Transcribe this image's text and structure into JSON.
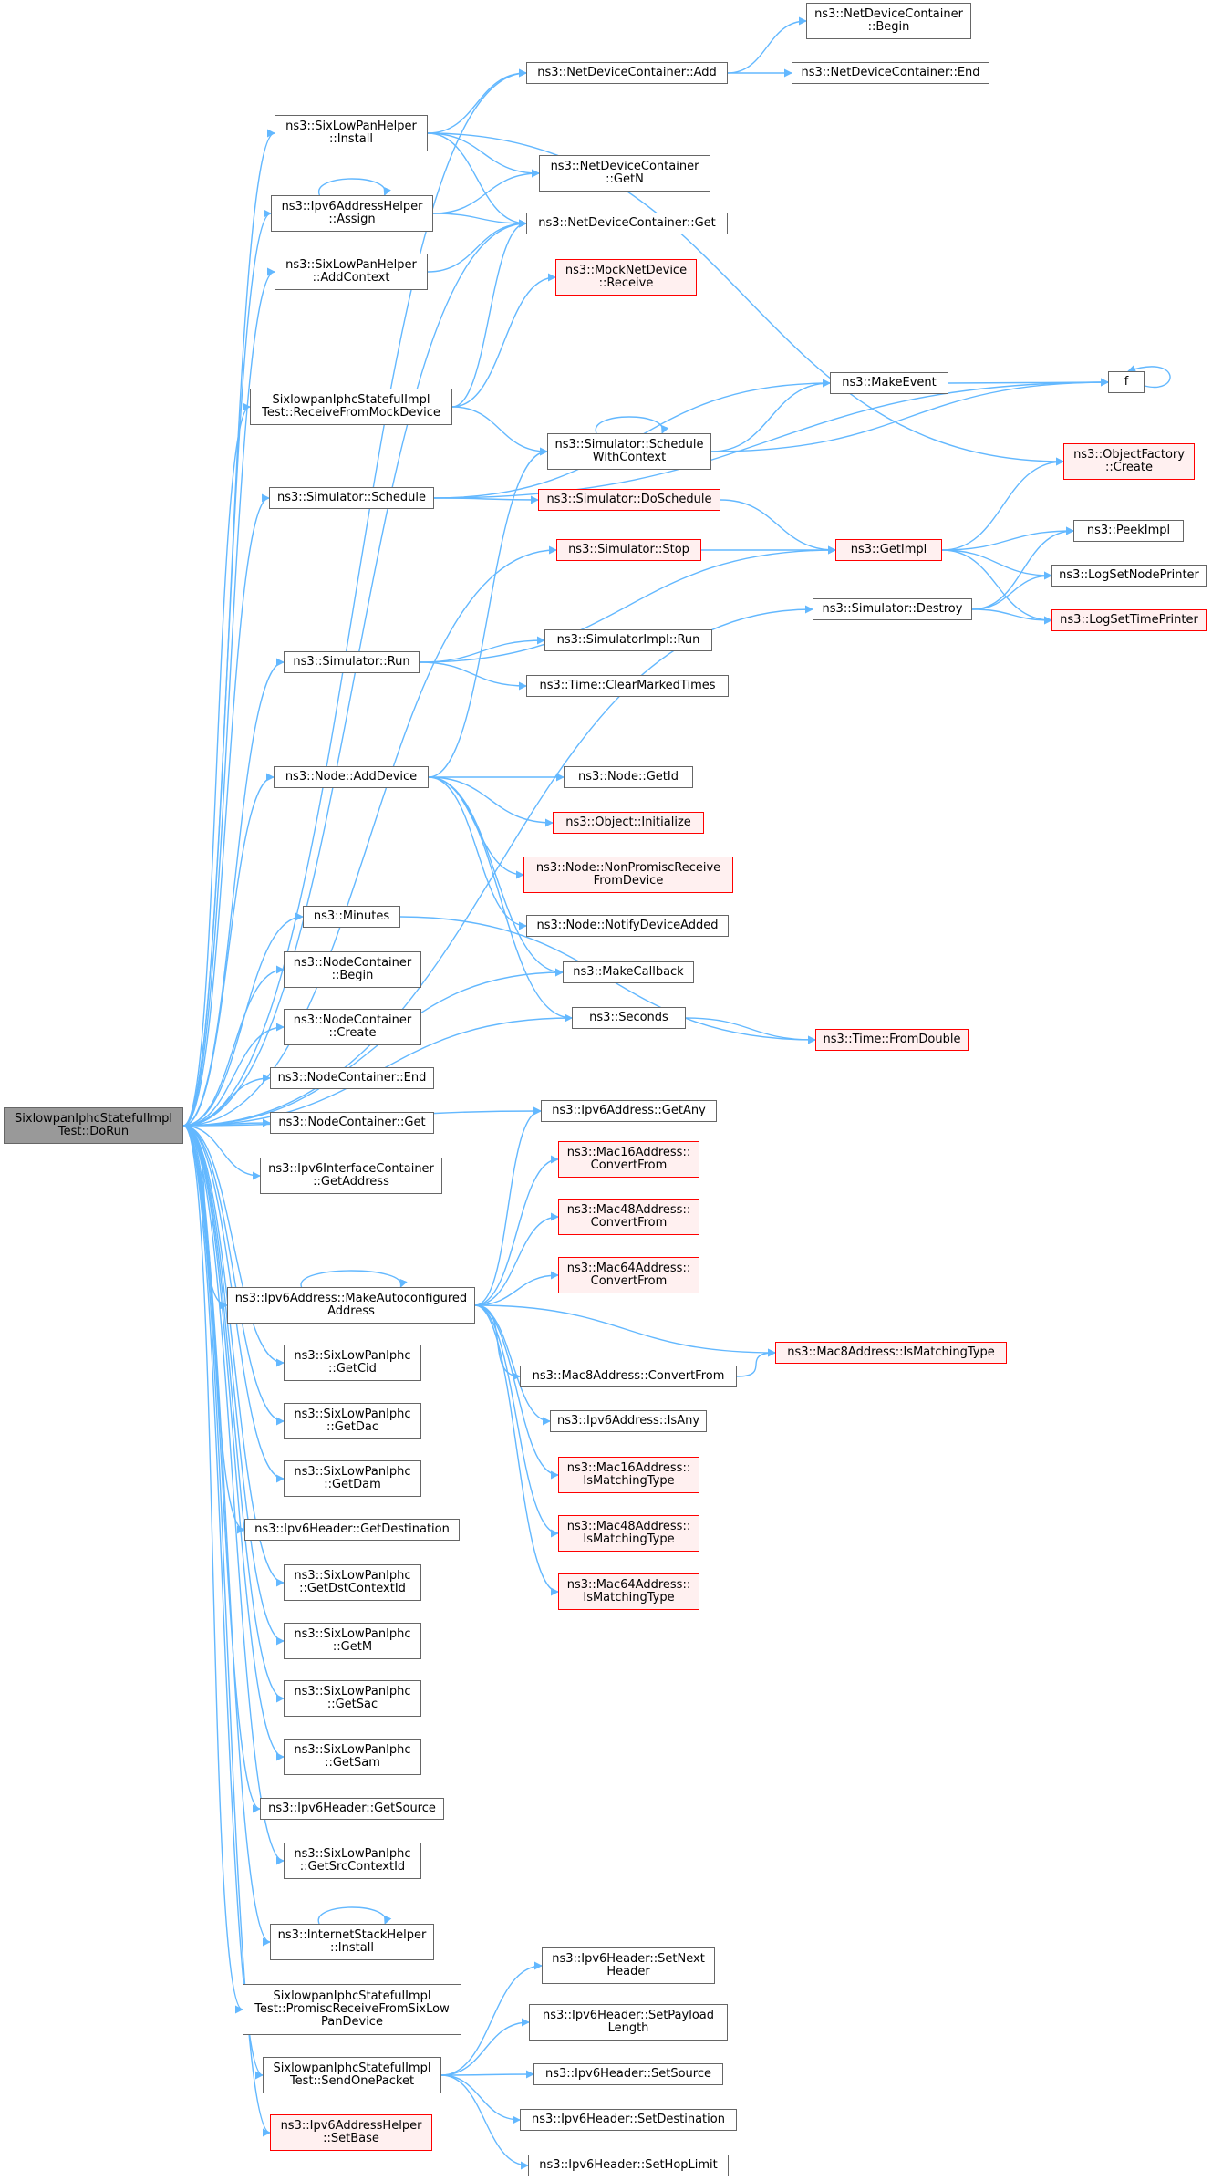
{
  "colors": {
    "edge": "#63b8ff",
    "node_border": "#666666",
    "root_fill": "#999999",
    "external_fill": "#fff0f0",
    "external_border": "#ff0000"
  },
  "nodes": [
    {
      "id": "root",
      "label": "SixlowpanIphcStatefulImpl\nTest::DoRun",
      "style": "root"
    },
    {
      "id": "ndc_begin",
      "label": "ns3::NetDeviceContainer\n::Begin",
      "style": "normal"
    },
    {
      "id": "ndc_add",
      "label": "ns3::NetDeviceContainer::Add",
      "style": "normal"
    },
    {
      "id": "ndc_end",
      "label": "ns3::NetDeviceContainer::End",
      "style": "normal"
    },
    {
      "id": "slph_install",
      "label": "ns3::SixLowPanHelper\n::Install",
      "style": "normal"
    },
    {
      "id": "ndc_getn",
      "label": "ns3::NetDeviceContainer\n::GetN",
      "style": "normal"
    },
    {
      "id": "ipv6ah_assign",
      "label": "ns3::Ipv6AddressHelper\n::Assign",
      "style": "normal"
    },
    {
      "id": "ndc_get",
      "label": "ns3::NetDeviceContainer::Get",
      "style": "normal"
    },
    {
      "id": "slph_addctx",
      "label": "ns3::SixLowPanHelper\n::AddContext",
      "style": "normal"
    },
    {
      "id": "mnd_receive",
      "label": "ns3::MockNetDevice\n::Receive",
      "style": "red"
    },
    {
      "id": "f",
      "label": "f",
      "style": "normal"
    },
    {
      "id": "makeevent",
      "label": "ns3::MakeEvent",
      "style": "normal"
    },
    {
      "id": "receivefrommock",
      "label": "SixlowpanIphcStatefulImpl\nTest::ReceiveFromMockDevice",
      "style": "normal"
    },
    {
      "id": "sim_schedctx",
      "label": "ns3::Simulator::Schedule\nWithContext",
      "style": "normal"
    },
    {
      "id": "objfactory_create",
      "label": "ns3::ObjectFactory\n::Create",
      "style": "red"
    },
    {
      "id": "sim_schedule",
      "label": "ns3::Simulator::Schedule",
      "style": "normal"
    },
    {
      "id": "sim_doschedule",
      "label": "ns3::Simulator::DoSchedule",
      "style": "red"
    },
    {
      "id": "peekimpl",
      "label": "ns3::PeekImpl",
      "style": "normal"
    },
    {
      "id": "sim_stop",
      "label": "ns3::Simulator::Stop",
      "style": "red"
    },
    {
      "id": "getimpl",
      "label": "ns3::GetImpl",
      "style": "red"
    },
    {
      "id": "logsetnodeprinter",
      "label": "ns3::LogSetNodePrinter",
      "style": "normal"
    },
    {
      "id": "sim_destroy",
      "label": "ns3::Simulator::Destroy",
      "style": "normal"
    },
    {
      "id": "logsettimeprinter",
      "label": "ns3::LogSetTimePrinter",
      "style": "red"
    },
    {
      "id": "sim_run",
      "label": "ns3::Simulator::Run",
      "style": "normal"
    },
    {
      "id": "simimpl_run",
      "label": "ns3::SimulatorImpl::Run",
      "style": "normal"
    },
    {
      "id": "time_clearmarked",
      "label": "ns3::Time::ClearMarkedTimes",
      "style": "normal"
    },
    {
      "id": "node_adddevice",
      "label": "ns3::Node::AddDevice",
      "style": "normal"
    },
    {
      "id": "node_getid",
      "label": "ns3::Node::GetId",
      "style": "normal"
    },
    {
      "id": "object_init",
      "label": "ns3::Object::Initialize",
      "style": "red"
    },
    {
      "id": "node_nonpromisc",
      "label": "ns3::Node::NonPromiscReceive\nFromDevice",
      "style": "red"
    },
    {
      "id": "node_notify",
      "label": "ns3::Node::NotifyDeviceAdded",
      "style": "normal"
    },
    {
      "id": "minutes",
      "label": "ns3::Minutes",
      "style": "normal"
    },
    {
      "id": "makecallback",
      "label": "ns3::MakeCallback",
      "style": "normal"
    },
    {
      "id": "nc_begin",
      "label": "ns3::NodeContainer\n::Begin",
      "style": "normal"
    },
    {
      "id": "seconds",
      "label": "ns3::Seconds",
      "style": "normal"
    },
    {
      "id": "nc_create",
      "label": "ns3::NodeContainer\n::Create",
      "style": "normal"
    },
    {
      "id": "time_fromdouble",
      "label": "ns3::Time::FromDouble",
      "style": "red"
    },
    {
      "id": "nc_end",
      "label": "ns3::NodeContainer::End",
      "style": "normal"
    },
    {
      "id": "ipv6addr_getany",
      "label": "ns3::Ipv6Address::GetAny",
      "style": "normal"
    },
    {
      "id": "nc_get",
      "label": "ns3::NodeContainer::Get",
      "style": "normal"
    },
    {
      "id": "mac16_convert",
      "label": "ns3::Mac16Address::\nConvertFrom",
      "style": "red"
    },
    {
      "id": "ipv6ic_getaddr",
      "label": "ns3::Ipv6InterfaceContainer\n::GetAddress",
      "style": "normal"
    },
    {
      "id": "mac48_convert",
      "label": "ns3::Mac48Address::\nConvertFrom",
      "style": "red"
    },
    {
      "id": "mac64_convert",
      "label": "ns3::Mac64Address::\nConvertFrom",
      "style": "red"
    },
    {
      "id": "ipv6_makeauto",
      "label": "ns3::Ipv6Address::MakeAutoconfigured\nAddress",
      "style": "normal"
    },
    {
      "id": "mac8_ismatch",
      "label": "ns3::Mac8Address::IsMatchingType",
      "style": "red"
    },
    {
      "id": "iphc_getcid",
      "label": "ns3::SixLowPanIphc\n::GetCid",
      "style": "normal"
    },
    {
      "id": "mac8_convert",
      "label": "ns3::Mac8Address::ConvertFrom",
      "style": "normal"
    },
    {
      "id": "iphc_getdac",
      "label": "ns3::SixLowPanIphc\n::GetDac",
      "style": "normal"
    },
    {
      "id": "ipv6addr_isany",
      "label": "ns3::Ipv6Address::IsAny",
      "style": "normal"
    },
    {
      "id": "iphc_getdam",
      "label": "ns3::SixLowPanIphc\n::GetDam",
      "style": "normal"
    },
    {
      "id": "mac16_ismatch",
      "label": "ns3::Mac16Address::\nIsMatchingType",
      "style": "red"
    },
    {
      "id": "ipv6h_getdest",
      "label": "ns3::Ipv6Header::GetDestination",
      "style": "normal"
    },
    {
      "id": "mac48_ismatch",
      "label": "ns3::Mac48Address::\nIsMatchingType",
      "style": "red"
    },
    {
      "id": "iphc_getdstctx",
      "label": "ns3::SixLowPanIphc\n::GetDstContextId",
      "style": "normal"
    },
    {
      "id": "mac64_ismatch",
      "label": "ns3::Mac64Address::\nIsMatchingType",
      "style": "red"
    },
    {
      "id": "iphc_getm",
      "label": "ns3::SixLowPanIphc\n::GetM",
      "style": "normal"
    },
    {
      "id": "iphc_getsac",
      "label": "ns3::SixLowPanIphc\n::GetSac",
      "style": "normal"
    },
    {
      "id": "iphc_getsam",
      "label": "ns3::SixLowPanIphc\n::GetSam",
      "style": "normal"
    },
    {
      "id": "ipv6h_getsource",
      "label": "ns3::Ipv6Header::GetSource",
      "style": "normal"
    },
    {
      "id": "iphc_getsrcctx",
      "label": "ns3::SixLowPanIphc\n::GetSrcContextId",
      "style": "normal"
    },
    {
      "id": "ish_install",
      "label": "ns3::InternetStackHelper\n::Install",
      "style": "normal"
    },
    {
      "id": "ipv6h_setnext",
      "label": "ns3::Ipv6Header::SetNext\nHeader",
      "style": "normal"
    },
    {
      "id": "promiscreceive",
      "label": "SixlowpanIphcStatefulImpl\nTest::PromiscReceiveFromSixLow\nPanDevice",
      "style": "normal"
    },
    {
      "id": "ipv6h_setpayload",
      "label": "ns3::Ipv6Header::SetPayload\nLength",
      "style": "normal"
    },
    {
      "id": "sendonepacket",
      "label": "SixlowpanIphcStatefulImpl\nTest::SendOnePacket",
      "style": "normal"
    },
    {
      "id": "ipv6h_setsource",
      "label": "ns3::Ipv6Header::SetSource",
      "style": "normal"
    },
    {
      "id": "ipv6h_setdest",
      "label": "ns3::Ipv6Header::SetDestination",
      "style": "normal"
    },
    {
      "id": "ipv6ah_setbase",
      "label": "ns3::Ipv6AddressHelper\n::SetBase",
      "style": "red"
    },
    {
      "id": "ipv6h_sethoplimit",
      "label": "ns3::Ipv6Header::SetHopLimit",
      "style": "normal"
    }
  ],
  "edges": [
    [
      "root",
      "ndc_add"
    ],
    [
      "root",
      "slph_install"
    ],
    [
      "root",
      "ipv6ah_assign"
    ],
    [
      "root",
      "slph_addctx"
    ],
    [
      "root",
      "ndc_get"
    ],
    [
      "root",
      "receivefrommock"
    ],
    [
      "root",
      "sim_schedule"
    ],
    [
      "root",
      "sim_stop"
    ],
    [
      "root",
      "sim_run"
    ],
    [
      "root",
      "sim_destroy"
    ],
    [
      "root",
      "node_adddevice"
    ],
    [
      "root",
      "minutes"
    ],
    [
      "root",
      "makecallback"
    ],
    [
      "root",
      "seconds"
    ],
    [
      "root",
      "nc_begin"
    ],
    [
      "root",
      "nc_create"
    ],
    [
      "root",
      "nc_end"
    ],
    [
      "root",
      "nc_get"
    ],
    [
      "root",
      "ipv6ic_getaddr"
    ],
    [
      "root",
      "ipv6addr_getany"
    ],
    [
      "root",
      "ipv6_makeauto"
    ],
    [
      "root",
      "iphc_getcid"
    ],
    [
      "root",
      "iphc_getdac"
    ],
    [
      "root",
      "iphc_getdam"
    ],
    [
      "root",
      "ipv6h_getdest"
    ],
    [
      "root",
      "iphc_getdstctx"
    ],
    [
      "root",
      "iphc_getm"
    ],
    [
      "root",
      "iphc_getsac"
    ],
    [
      "root",
      "iphc_getsam"
    ],
    [
      "root",
      "ipv6h_getsource"
    ],
    [
      "root",
      "iphc_getsrcctx"
    ],
    [
      "root",
      "ish_install"
    ],
    [
      "root",
      "promiscreceive"
    ],
    [
      "root",
      "sendonepacket"
    ],
    [
      "root",
      "ipv6ah_setbase"
    ],
    [
      "ndc_add",
      "ndc_begin"
    ],
    [
      "ndc_add",
      "ndc_end"
    ],
    [
      "slph_install",
      "ndc_add"
    ],
    [
      "slph_install",
      "ndc_getn"
    ],
    [
      "slph_install",
      "ndc_get"
    ],
    [
      "slph_install",
      "objfactory_create"
    ],
    [
      "ipv6ah_assign",
      "ndc_getn"
    ],
    [
      "ipv6ah_assign",
      "ndc_get"
    ],
    [
      "slph_addctx",
      "ndc_get"
    ],
    [
      "receivefrommock",
      "ndc_get"
    ],
    [
      "receivefrommock",
      "mnd_receive"
    ],
    [
      "receivefrommock",
      "sim_schedctx"
    ],
    [
      "sim_schedctx",
      "makeevent"
    ],
    [
      "sim_schedctx",
      "f"
    ],
    [
      "makeevent",
      "f"
    ],
    [
      "sim_schedule",
      "makeevent"
    ],
    [
      "sim_schedule",
      "f"
    ],
    [
      "sim_schedule",
      "sim_doschedule"
    ],
    [
      "sim_doschedule",
      "getimpl"
    ],
    [
      "sim_stop",
      "getimpl"
    ],
    [
      "getimpl",
      "objfactory_create"
    ],
    [
      "getimpl",
      "peekimpl"
    ],
    [
      "getimpl",
      "logsetnodeprinter"
    ],
    [
      "getimpl",
      "logsettimeprinter"
    ],
    [
      "sim_destroy",
      "peekimpl"
    ],
    [
      "sim_destroy",
      "logsetnodeprinter"
    ],
    [
      "sim_destroy",
      "logsettimeprinter"
    ],
    [
      "sim_run",
      "getimpl"
    ],
    [
      "sim_run",
      "simimpl_run"
    ],
    [
      "sim_run",
      "time_clearmarked"
    ],
    [
      "node_adddevice",
      "sim_schedctx"
    ],
    [
      "node_adddevice",
      "node_getid"
    ],
    [
      "node_adddevice",
      "object_init"
    ],
    [
      "node_adddevice",
      "node_nonpromisc"
    ],
    [
      "node_adddevice",
      "node_notify"
    ],
    [
      "node_adddevice",
      "makecallback"
    ],
    [
      "node_adddevice",
      "seconds"
    ],
    [
      "minutes",
      "time_fromdouble"
    ],
    [
      "seconds",
      "time_fromdouble"
    ],
    [
      "ipv6_makeauto",
      "ipv6addr_getany"
    ],
    [
      "ipv6_makeauto",
      "mac16_convert"
    ],
    [
      "ipv6_makeauto",
      "mac48_convert"
    ],
    [
      "ipv6_makeauto",
      "mac64_convert"
    ],
    [
      "ipv6_makeauto",
      "mac8_ismatch"
    ],
    [
      "ipv6_makeauto",
      "mac8_convert"
    ],
    [
      "ipv6_makeauto",
      "ipv6addr_isany"
    ],
    [
      "ipv6_makeauto",
      "mac16_ismatch"
    ],
    [
      "ipv6_makeauto",
      "mac48_ismatch"
    ],
    [
      "ipv6_makeauto",
      "mac64_ismatch"
    ],
    [
      "mac8_convert",
      "mac8_ismatch"
    ],
    [
      "sendonepacket",
      "ipv6h_setnext"
    ],
    [
      "sendonepacket",
      "ipv6h_setpayload"
    ],
    [
      "sendonepacket",
      "ipv6h_setsource"
    ],
    [
      "sendonepacket",
      "ipv6h_setdest"
    ],
    [
      "sendonepacket",
      "ipv6h_sethoplimit"
    ]
  ],
  "self_loops": [
    "ipv6ah_assign",
    "sim_schedctx",
    "f",
    "ipv6_makeauto",
    "ish_install"
  ]
}
